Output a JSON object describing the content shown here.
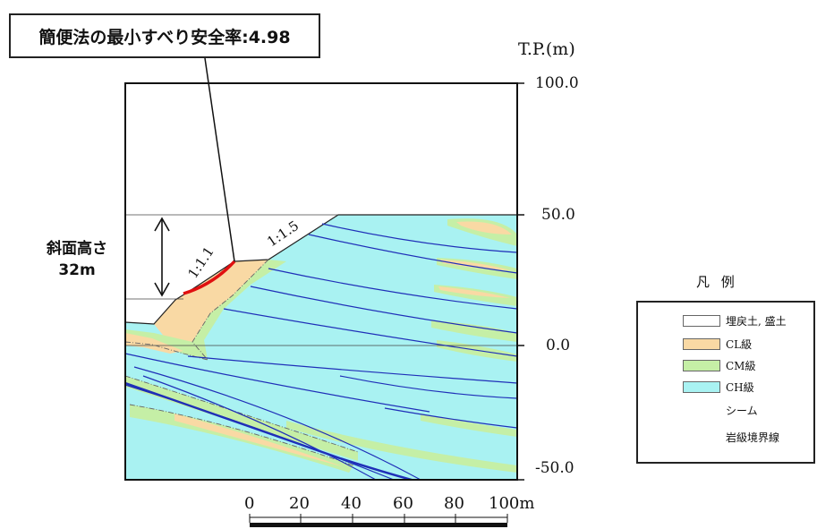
{
  "callout": {
    "text": "簡便法の最小すべり安全率:4.98"
  },
  "axis": {
    "unit_label": "T.P.(m)",
    "ticks": [
      "100.0",
      "50.0",
      "0.0",
      "-50.0"
    ]
  },
  "slope_height": {
    "line1": "斜面高さ",
    "line2": "32m"
  },
  "slope_ratios": [
    "1:1.1",
    "1:1.5"
  ],
  "legend": {
    "title": "凡 例",
    "items": [
      {
        "label": "埋戻土, 盛土",
        "color": "#ffffff"
      },
      {
        "label": "CL級",
        "color": "#f9d9a4"
      },
      {
        "label": "CM級",
        "color": "#c5efa6"
      },
      {
        "label": "CH級",
        "color": "#a9f2f2"
      },
      {
        "label": "シーム",
        "color": "#1f2fb8"
      },
      {
        "label": "岩級境界線",
        "color": "#444444"
      }
    ]
  },
  "scale": {
    "labels": [
      "0",
      "20",
      "40",
      "60",
      "80",
      "100m"
    ]
  },
  "colors": {
    "fill": "#ffffff",
    "cl": "#f9d9a4",
    "cm": "#c5efa6",
    "ch": "#a9f2f2",
    "seam": "#1f2fb8",
    "slip_surface": "#e01010"
  }
}
